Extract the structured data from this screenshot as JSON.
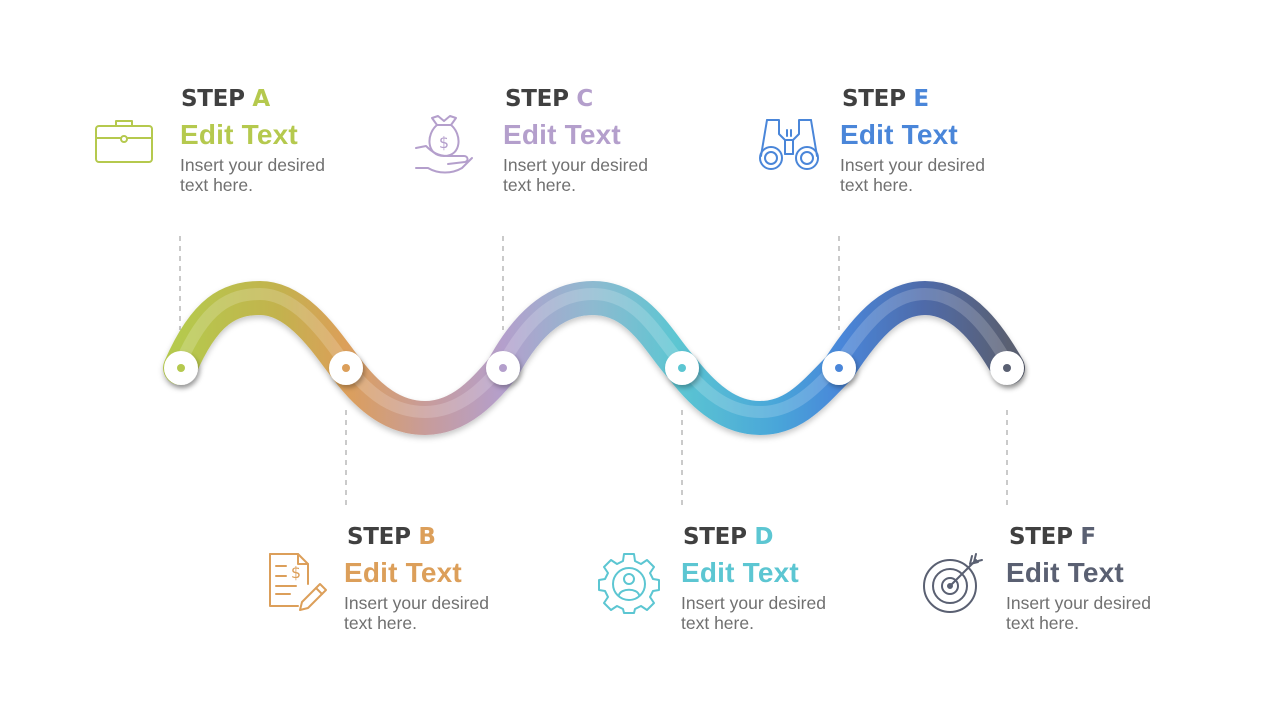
{
  "steps": [
    {
      "id": "a",
      "prefix": "STEP",
      "letter": "A",
      "title": "Edit Text",
      "desc1": "Insert your desired",
      "desc2": "text here.",
      "color": "#b5c94e",
      "icon": "briefcase-icon"
    },
    {
      "id": "b",
      "prefix": "STEP",
      "letter": "B",
      "title": "Edit Text",
      "desc1": "Insert your desired",
      "desc2": "text here.",
      "color": "#dc9f5a",
      "icon": "invoice-pencil-icon"
    },
    {
      "id": "c",
      "prefix": "STEP",
      "letter": "C",
      "title": "Edit Text",
      "desc1": "Insert your desired",
      "desc2": "text here.",
      "color": "#b49fcc",
      "icon": "money-bag-hand-icon"
    },
    {
      "id": "d",
      "prefix": "STEP",
      "letter": "D",
      "title": "Edit Text",
      "desc1": "Insert your desired",
      "desc2": "text here.",
      "color": "#5cc6d2",
      "icon": "gear-user-icon"
    },
    {
      "id": "e",
      "prefix": "STEP",
      "letter": "E",
      "title": "Edit Text",
      "desc1": "Insert your desired",
      "desc2": "text here.",
      "color": "#4a86d9",
      "icon": "binoculars-icon"
    },
    {
      "id": "f",
      "prefix": "STEP",
      "letter": "F",
      "title": "Edit Text",
      "desc1": "Insert your desired",
      "desc2": "text here.",
      "color": "#5a6072",
      "icon": "target-arrow-icon"
    }
  ],
  "colors": {
    "text_dark": "#404040",
    "text_gray": "#707070",
    "connector": "#b8b8b8",
    "node_fill": "#ffffff"
  }
}
